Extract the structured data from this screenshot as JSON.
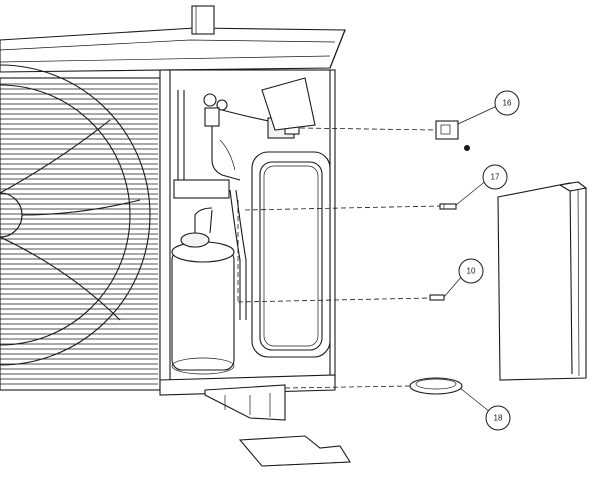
{
  "callouts": [
    {
      "id": "c16",
      "label": "16"
    },
    {
      "id": "c17",
      "label": "17"
    },
    {
      "id": "c10",
      "label": "10"
    },
    {
      "id": "c18",
      "label": "18"
    }
  ]
}
